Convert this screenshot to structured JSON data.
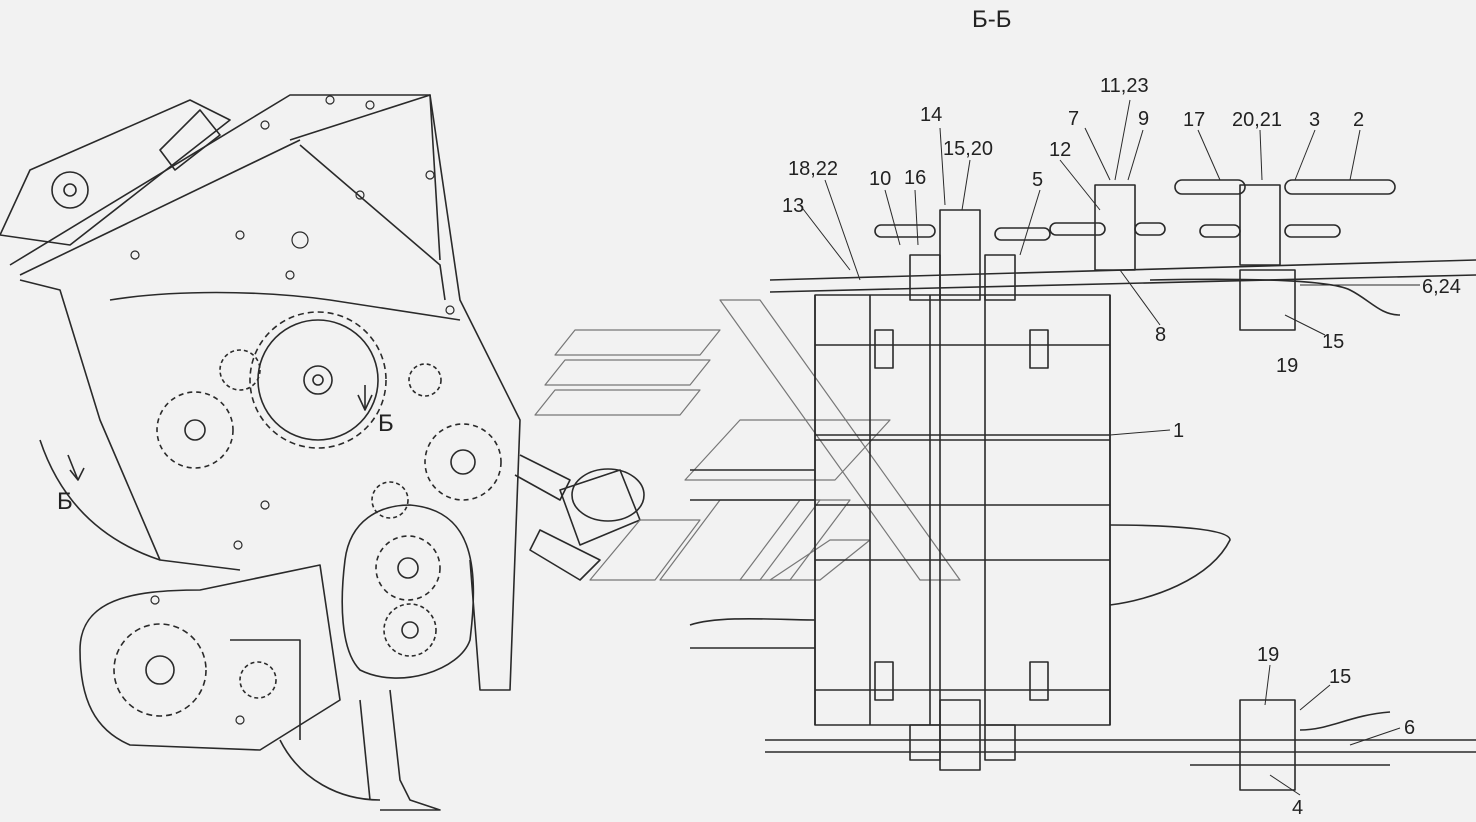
{
  "section_title": "Б-Б",
  "section_marks": [
    "Б",
    "Б"
  ],
  "callouts": [
    "11,23",
    "14",
    "9",
    "7",
    "17",
    "20,21",
    "3",
    "2",
    "15,20",
    "12",
    "18,22",
    "10",
    "16",
    "5",
    "13",
    "6,24",
    "8",
    "15",
    "19",
    "1",
    "19",
    "15",
    "6",
    "4"
  ],
  "colors": {
    "line": "#2a2a2a",
    "paper": "#f2f2f2",
    "hatch": "#555555"
  }
}
